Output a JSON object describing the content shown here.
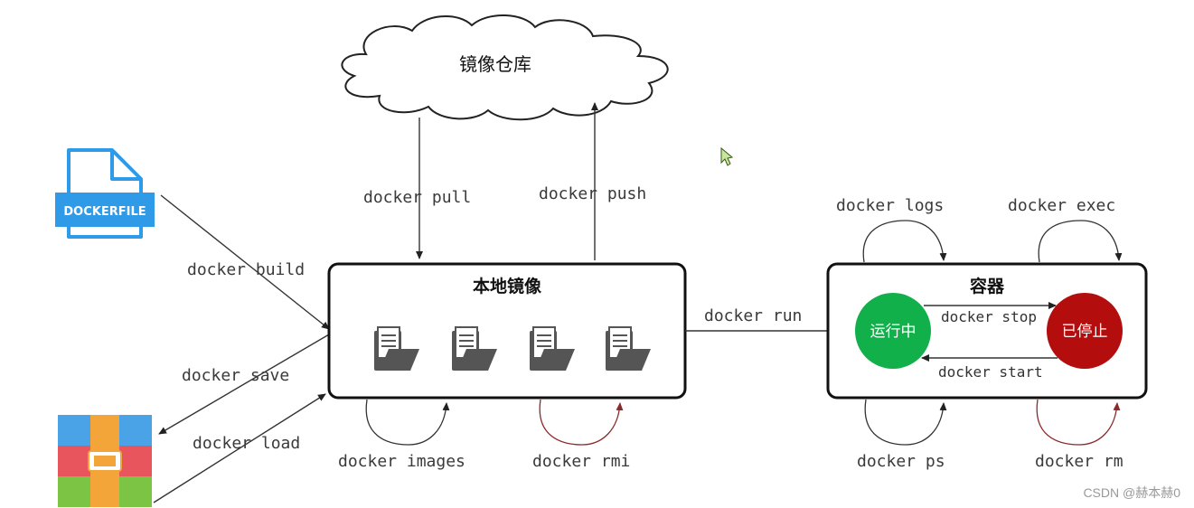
{
  "registry": {
    "label": "镜像仓库"
  },
  "local_images": {
    "title": "本地镜像"
  },
  "container": {
    "title": "容器",
    "running": "运行中",
    "stopped": "已停止"
  },
  "dockerfile_icon": {
    "label": "DOCKERFILE"
  },
  "commands": {
    "pull": "docker pull",
    "push": "docker push",
    "build": "docker build",
    "save": "docker save",
    "load": "docker load",
    "run": "docker run",
    "images": "docker images",
    "rmi": "docker rmi",
    "logs": "docker logs",
    "exec": "docker exec",
    "stop": "docker stop",
    "start": "docker start",
    "ps": "docker ps",
    "rm": "docker rm"
  },
  "watermark": "CSDN @赫本赫0",
  "colors": {
    "running": "#12b04b",
    "stopped": "#b30d0d",
    "dockerfile": "#2f9be8",
    "archive_blue": "#4aa3e6",
    "archive_red": "#e9555d",
    "archive_green": "#7cc443",
    "archive_band": "#f3a53a"
  },
  "icons": [
    "cloud-icon",
    "dockerfile-icon",
    "archive-icon",
    "folder-doc-icon",
    "mouse-cursor-icon"
  ]
}
